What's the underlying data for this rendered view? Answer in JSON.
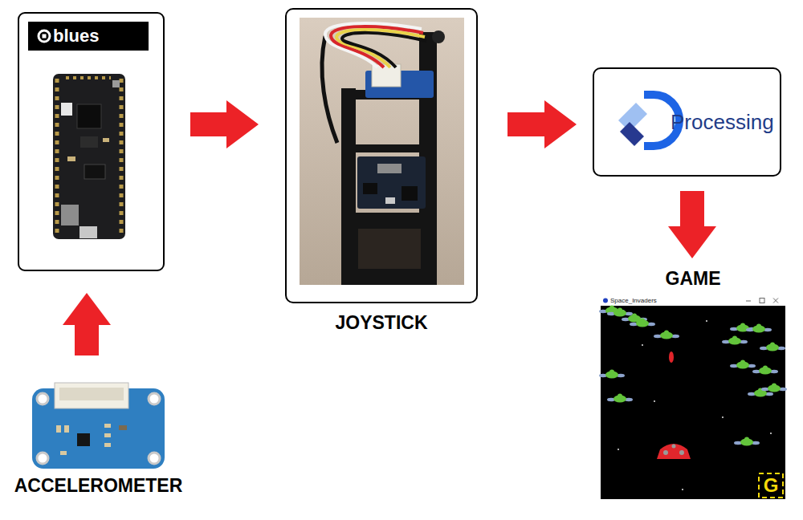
{
  "diagram": {
    "nodes": [
      {
        "text": [
          "blues"
        ]
      },
      {
        "text": [
          "JOYSTICK"
        ]
      },
      {
        "text": [
          "Processing"
        ]
      },
      {
        "text": [
          "GAME"
        ]
      },
      {
        "text": [
          "ACCELEROMETER"
        ]
      }
    ],
    "edges": [
      {
        "from": 4,
        "to": 0,
        "arrow": "to"
      },
      {
        "from": 0,
        "to": 1,
        "arrow": "to"
      },
      {
        "from": 1,
        "to": 2,
        "arrow": "to"
      },
      {
        "from": 2,
        "to": 3,
        "arrow": "to"
      }
    ],
    "labels": [
      "Space_Invaders",
      "G"
    ]
  }
}
